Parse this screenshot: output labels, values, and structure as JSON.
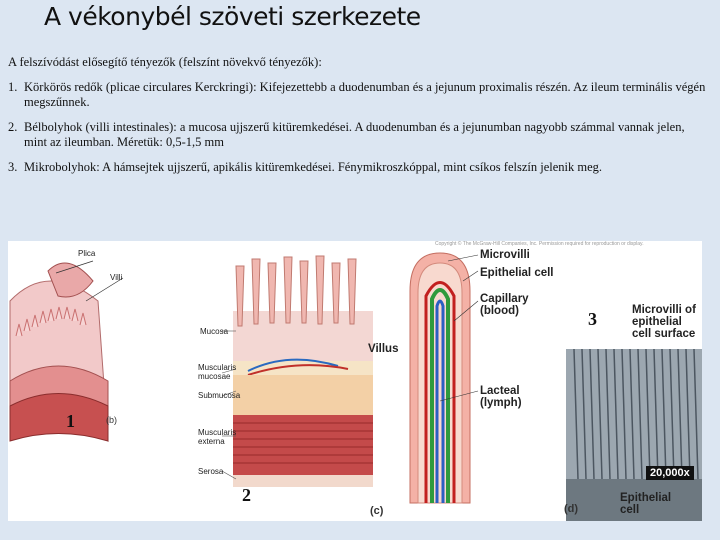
{
  "title": "A vékonybél szöveti szerkezete",
  "intro": "A felszívódást elősegítő tényezők (felszínt növekvő tényezők):",
  "items": [
    {
      "num": "1.",
      "text": "Körkörös redők (plicae circulares Kerckringi): Kifejezettebb a duodenumban és a jejunum proximalis részén. Az ileum terminális végén megszűnnek."
    },
    {
      "num": "2.",
      "text": "Bélbolyhok (villi intestinales): a mucosa ujjszerű kitüremkedései. A duodenumban és a jejunumban nagyobb számmal vannak jelen, mint az ileumban. Méretük: 0,5-1,5 mm"
    },
    {
      "num": "3.",
      "text": "Mikrobolyhok: A hámsejtek ujjszerű, apikális kitüremkedései. Fénymikroszkóppal, mint csíkos felszín jelenik meg."
    }
  ],
  "figure": {
    "copyright": "Copyright © The McGraw-Hill Companies, Inc. Permission required for reproduction or display.",
    "panel_b": {
      "plica": "Plica",
      "villi": "Villi",
      "mucosa": "Mucosa",
      "muscularis_mucosae": "Muscularis mucosae",
      "submucosa": "Submucosa",
      "muscularis_externa": "Muscularis externa",
      "serosa": "Serosa",
      "tag": "(b)"
    },
    "panel_c": {
      "microvilli": "Microvilli",
      "epithelial_cell": "Epithelial cell",
      "capillary": "Capillary (blood)",
      "villus": "Villus",
      "lacteal": "Lacteal (lymph)",
      "tag": "(c)"
    },
    "panel_d": {
      "microvilli_surface": "Microvilli of epithelial cell surface",
      "magnification": "20,000x",
      "epithelial_cell": "Epithelial cell",
      "tag": "(d)"
    },
    "numbers": {
      "n1": "1",
      "n2": "2",
      "n3": "3"
    }
  }
}
